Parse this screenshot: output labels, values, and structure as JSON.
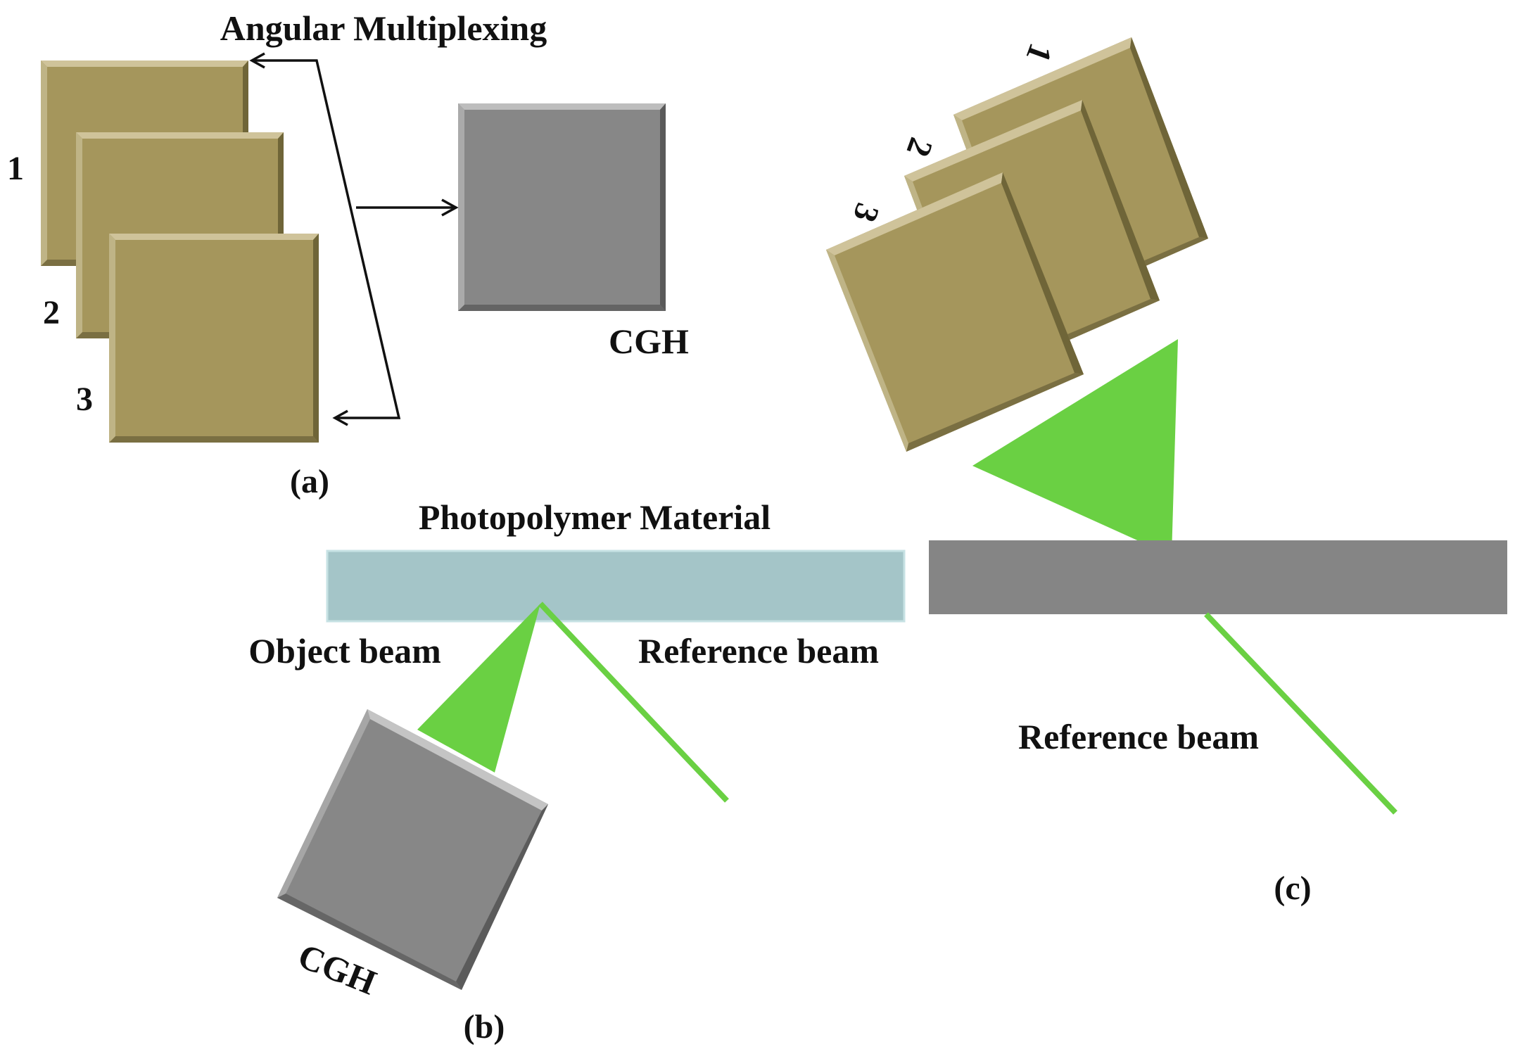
{
  "panel_a": {
    "title": "Angular Multiplexing",
    "hologram_labels": [
      "1",
      "2",
      "3"
    ],
    "cgh_label": "CGH",
    "panel_label": "(a)"
  },
  "panel_b": {
    "title": "Photopolymer Material",
    "object_beam_label": "Object beam",
    "reference_beam_label": "Reference beam",
    "cgh_label": "CGH",
    "panel_label": "(b)"
  },
  "panel_c": {
    "hologram_labels": [
      "1",
      "2",
      "3"
    ],
    "reference_beam_label": "Reference beam",
    "panel_label": "(c)"
  },
  "colors": {
    "hologram_fill": "#a5965c",
    "cgh_fill": "#878787",
    "beam_green": "#6ad043",
    "photopolymer_fill": "#a4c5c8",
    "plate_gray": "#858585",
    "arrow": "#111111"
  }
}
